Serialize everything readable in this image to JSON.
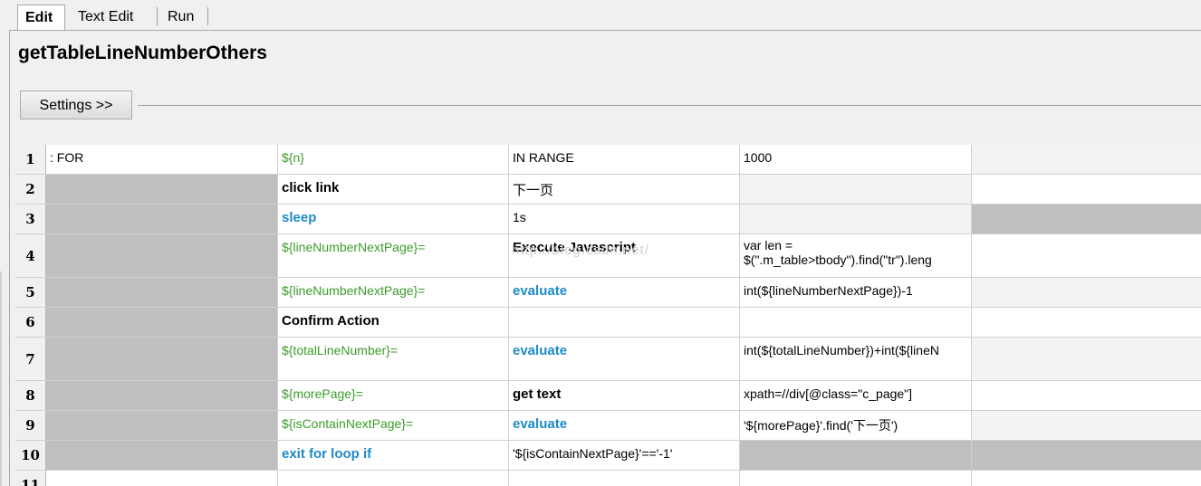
{
  "tabs": [
    {
      "label": "Edit"
    },
    {
      "label": "Text Edit"
    },
    {
      "label": "Run"
    }
  ],
  "title": "getTableLineNumberOthers",
  "settings_label": "Settings >>",
  "watermark": "http://blog.csdn.net/",
  "rows": [
    {
      "num": "1",
      "cells": [
        ": FOR",
        "${n}",
        "IN RANGE",
        "1000",
        ""
      ]
    },
    {
      "num": "2",
      "cells": [
        "",
        "click link",
        "下一页",
        "",
        ""
      ]
    },
    {
      "num": "3",
      "cells": [
        "",
        "sleep",
        "1s",
        "",
        ""
      ]
    },
    {
      "num": "4",
      "cells": [
        "",
        "${lineNumberNextPage}=",
        "Execute Javascript",
        "var len = $(\".m_table>tbody\").find(\"tr\").leng",
        ""
      ]
    },
    {
      "num": "5",
      "cells": [
        "",
        "${lineNumberNextPage}=",
        "evaluate",
        "int(${lineNumberNextPage})-1",
        ""
      ]
    },
    {
      "num": "6",
      "cells": [
        "",
        "Confirm Action",
        "",
        "",
        ""
      ]
    },
    {
      "num": "7",
      "cells": [
        "",
        "${totalLineNumber}=",
        "evaluate",
        "int(${totalLineNumber})+int(${lineN",
        ""
      ]
    },
    {
      "num": "8",
      "cells": [
        "",
        "${morePage}=",
        "get text",
        "xpath=//div[@class=\"c_page\"]",
        ""
      ]
    },
    {
      "num": "9",
      "cells": [
        "",
        "${isContainNextPage}=",
        "evaluate",
        "'${morePage}'.find('下一页')",
        ""
      ]
    },
    {
      "num": "10",
      "cells": [
        "",
        "exit for loop if",
        "'${isContainNextPage}'=='-1'",
        "",
        ""
      ]
    },
    {
      "num": "11",
      "cells": [
        "",
        "",
        "",
        "",
        ""
      ]
    }
  ]
}
